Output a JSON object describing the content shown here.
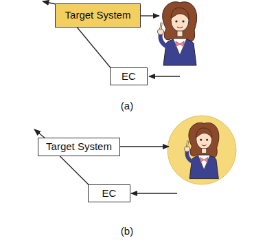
{
  "diagram": {
    "nodes": [
      {
        "text": [
          "Target System"
        ]
      },
      {
        "text": [
          "EC"
        ]
      },
      {
        "text": [
          "Target System"
        ]
      },
      {
        "text": [
          "EC"
        ]
      }
    ],
    "edges": [
      {
        "from": 1,
        "to": 0,
        "arrow": "none"
      },
      {
        "from": 3,
        "to": 2,
        "arrow": "none"
      }
    ],
    "labels": [
      "(a)",
      "(b)"
    ]
  }
}
